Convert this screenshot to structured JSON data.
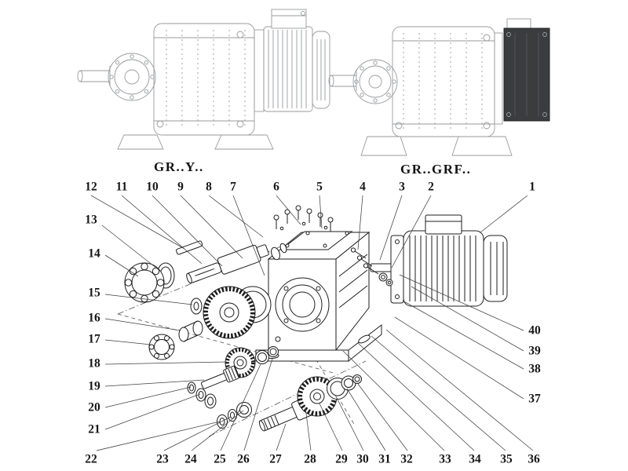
{
  "figure": {
    "titles": {
      "left": "GR..Y..",
      "right": "GR..GRF.."
    }
  },
  "callouts": [
    {
      "label": "1"
    },
    {
      "label": "2"
    },
    {
      "label": "3"
    },
    {
      "label": "4"
    },
    {
      "label": "5"
    },
    {
      "label": "6"
    },
    {
      "label": "7"
    },
    {
      "label": "8"
    },
    {
      "label": "9"
    },
    {
      "label": "10"
    },
    {
      "label": "11"
    },
    {
      "label": "12"
    },
    {
      "label": "13"
    },
    {
      "label": "14"
    },
    {
      "label": "15"
    },
    {
      "label": "16"
    },
    {
      "label": "17"
    },
    {
      "label": "18"
    },
    {
      "label": "19"
    },
    {
      "label": "20"
    },
    {
      "label": "21"
    },
    {
      "label": "22"
    },
    {
      "label": "23"
    },
    {
      "label": "24"
    },
    {
      "label": "25"
    },
    {
      "label": "26"
    },
    {
      "label": "27"
    },
    {
      "label": "28"
    },
    {
      "label": "29"
    },
    {
      "label": "30"
    },
    {
      "label": "31"
    },
    {
      "label": "32"
    },
    {
      "label": "33"
    },
    {
      "label": "34"
    },
    {
      "label": "35"
    },
    {
      "label": "36"
    },
    {
      "label": "37"
    },
    {
      "label": "38"
    },
    {
      "label": "39"
    },
    {
      "label": "40"
    }
  ],
  "colors": {
    "line_art": "#1e1e1e",
    "sketch_gray": "#989a9d",
    "background": "#ffffff"
  }
}
